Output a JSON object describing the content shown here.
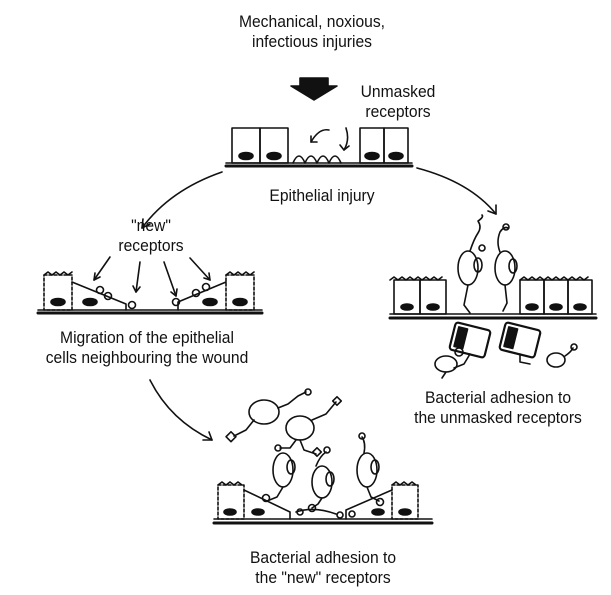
{
  "labels": {
    "injury_cause": [
      "Mechanical, noxious,",
      "infectious injuries"
    ],
    "unmasked_receptors": [
      "Unmasked",
      "receptors"
    ],
    "epithelial_injury": "Epithelial injury",
    "new_receptors": [
      "\"new\"",
      "receptors"
    ],
    "migration": [
      "Migration of the epithelial",
      "cells neighbouring the wound"
    ],
    "adhesion_unmasked": [
      "Bacterial adhesion to",
      "the unmasked receptors"
    ],
    "adhesion_new": [
      "Bacterial adhesion to",
      "the \"new\" receptors"
    ]
  },
  "colors": {
    "ink": "#111111",
    "background": "#ffffff"
  }
}
